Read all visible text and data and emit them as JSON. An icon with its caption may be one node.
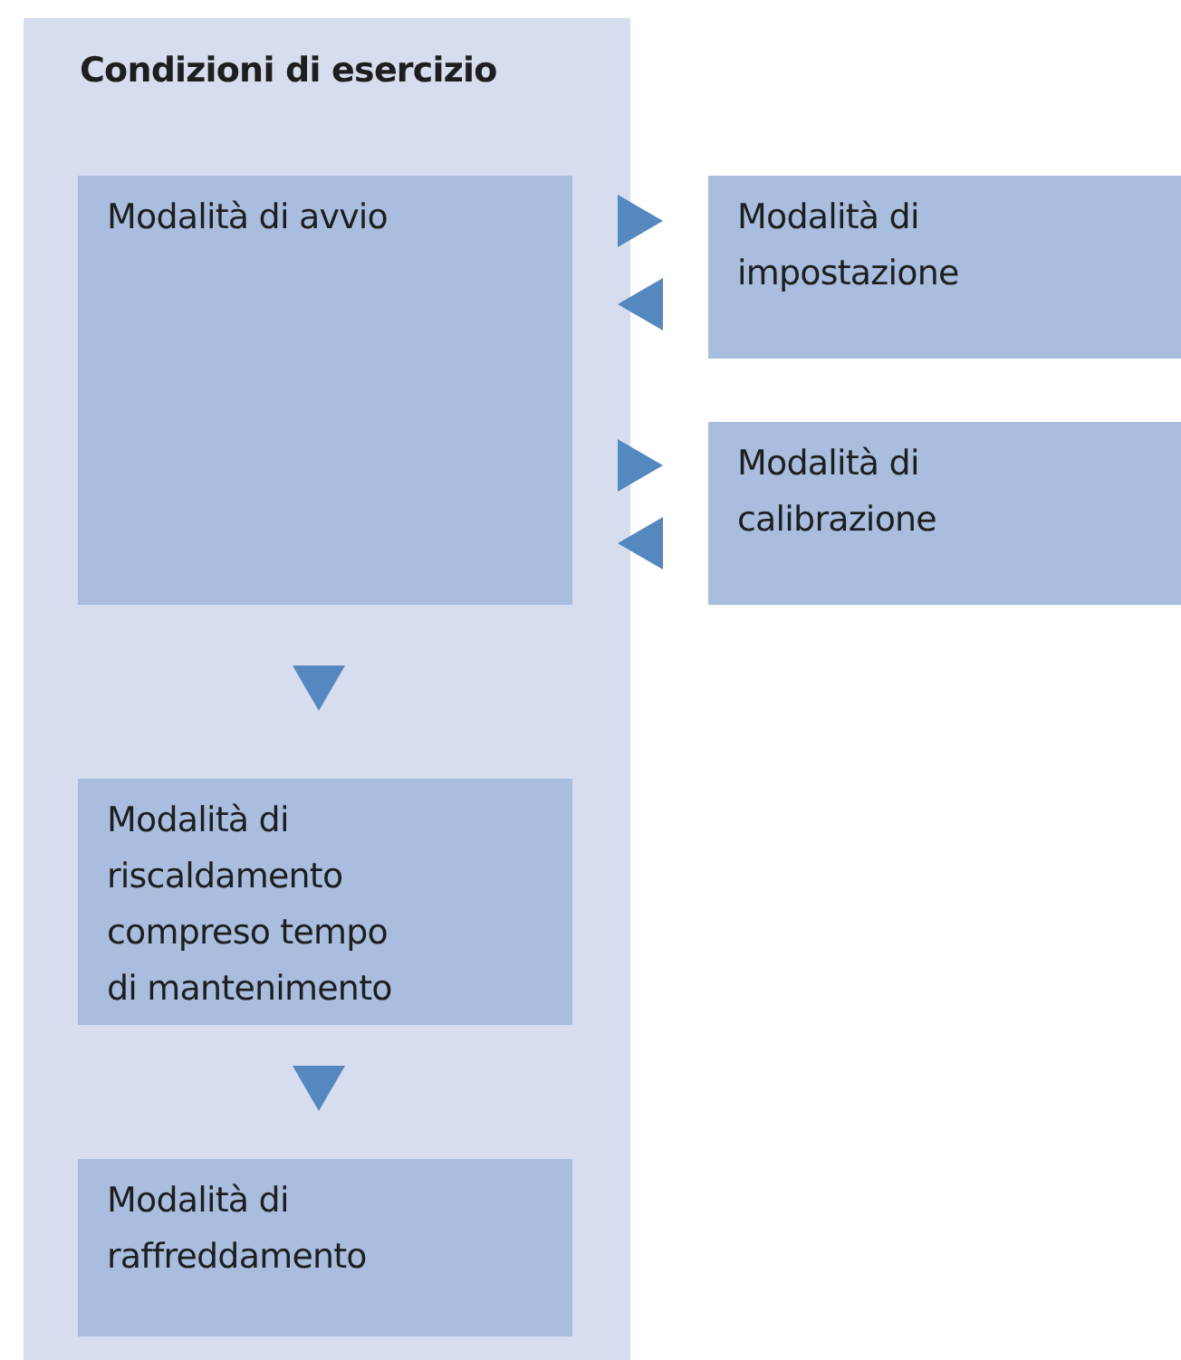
{
  "diagram": {
    "nodes": [
      {
        "text": [
          "Condizioni di esercizio"
        ]
      },
      {
        "text": [
          "Modalità di avvio"
        ],
        "in": 0
      },
      {
        "text": [
          "Modalità di riscaldamento compreso tempo di mantenimento"
        ],
        "in": 0
      },
      {
        "text": [
          "Modalità di raffreddamento"
        ],
        "in": 0
      },
      {
        "text": [
          "Modalità di impostazione"
        ]
      },
      {
        "text": [
          "Modalità di calibrazione"
        ]
      }
    ],
    "edges": [
      {
        "from": 1,
        "to": 4,
        "arrow": "to"
      },
      {
        "from": 4,
        "to": 1,
        "arrow": "to"
      },
      {
        "from": 1,
        "to": 5,
        "arrow": "to"
      },
      {
        "from": 5,
        "to": 1,
        "arrow": "to"
      },
      {
        "from": 1,
        "to": 2,
        "arrow": "to"
      },
      {
        "from": 2,
        "to": 3,
        "arrow": "to"
      }
    ]
  }
}
